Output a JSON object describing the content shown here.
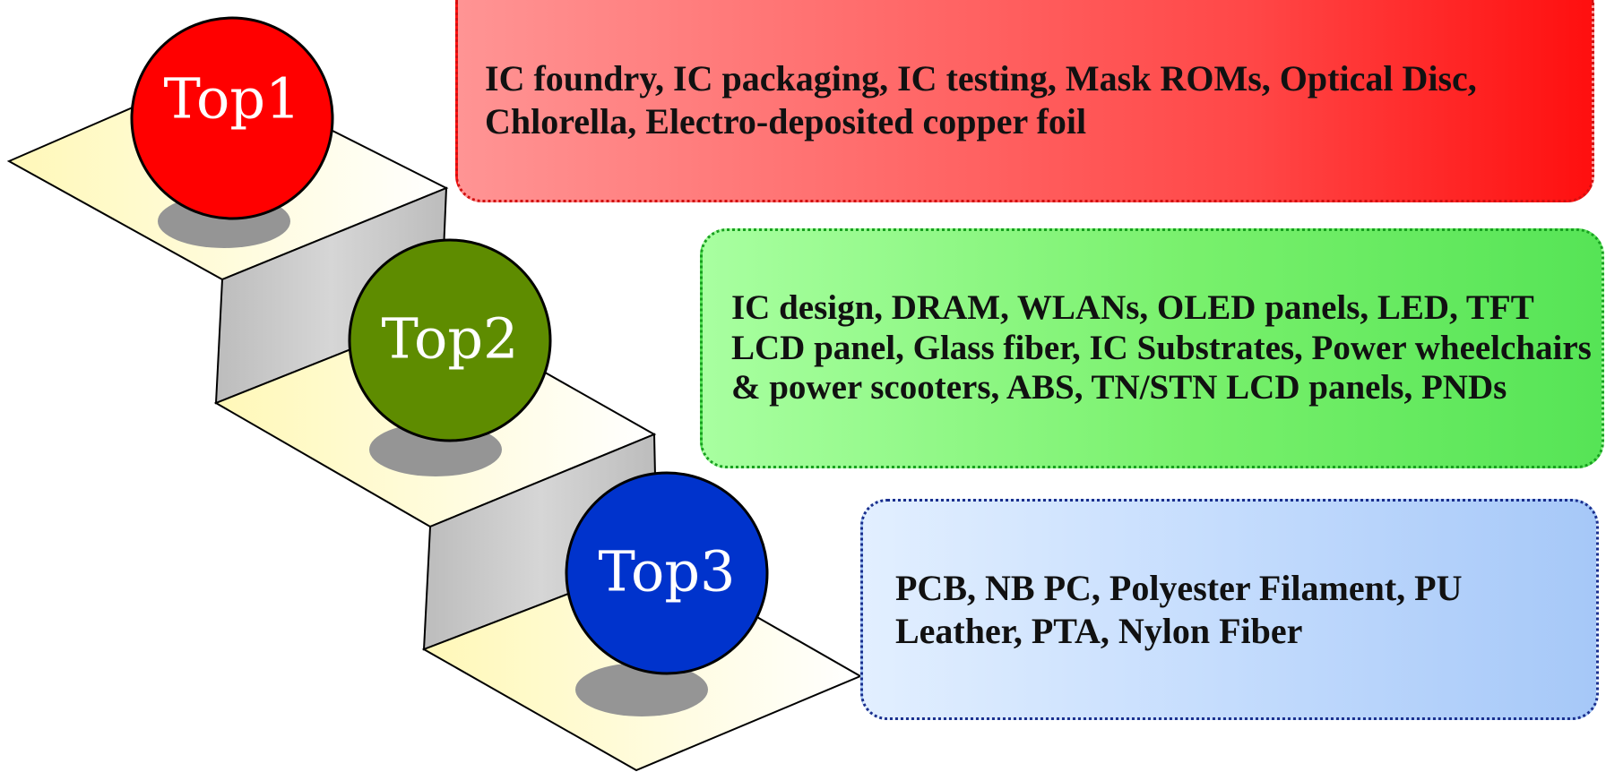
{
  "steps": [
    {
      "badge": "Top1",
      "color": "#ff0000",
      "items_text": "IC foundry, IC packaging, IC testing, Mask ROMs, Optical Disc, Chlorella, Electro-deposited copper foil"
    },
    {
      "badge": "Top2",
      "color": "#5e8c00",
      "items_text": "IC design, DRAM, WLANs, OLED panels, LED, TFT LCD panel, Glass fiber, IC Substrates, Power wheelchairs & power scooters, ABS, TN/STN LCD panels, PNDs"
    },
    {
      "badge": "Top3",
      "color": "#0033cc",
      "items_text": "PCB, NB PC, Polyester Filament, PU Leather, PTA, Nylon Fiber"
    }
  ],
  "colors": {
    "tread": "#fffde0",
    "riser": "#c8c8c8",
    "shadow": "#959595"
  }
}
